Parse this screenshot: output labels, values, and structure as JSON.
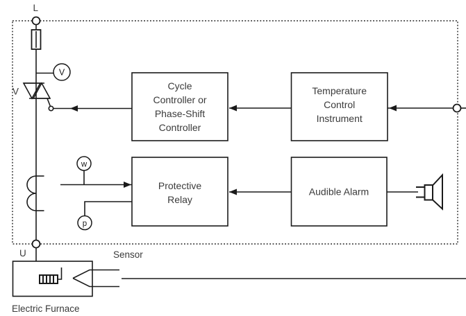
{
  "colors": {
    "line": "#1a1a1a",
    "text": "#3a3a3a",
    "background": "#ffffff"
  },
  "terminals": {
    "live": "L",
    "neutral": "U"
  },
  "labels": {
    "triac": "V",
    "sensor": "Sensor",
    "furnace": "Electric Furnace"
  },
  "meters": {
    "voltmeter": "V",
    "meter_w": "w",
    "meter_p": "p"
  },
  "boxes": {
    "cycle_controller": {
      "lines": [
        "Cycle",
        "Controller or",
        "Phase-Shift",
        "Controller"
      ]
    },
    "temperature_control": {
      "lines": [
        "Temperature",
        "Control",
        "Instrument"
      ]
    },
    "protective_relay": {
      "lines": [
        "Protective",
        "Relay"
      ]
    },
    "audible_alarm": {
      "lines": [
        "Audible Alarm"
      ]
    }
  }
}
